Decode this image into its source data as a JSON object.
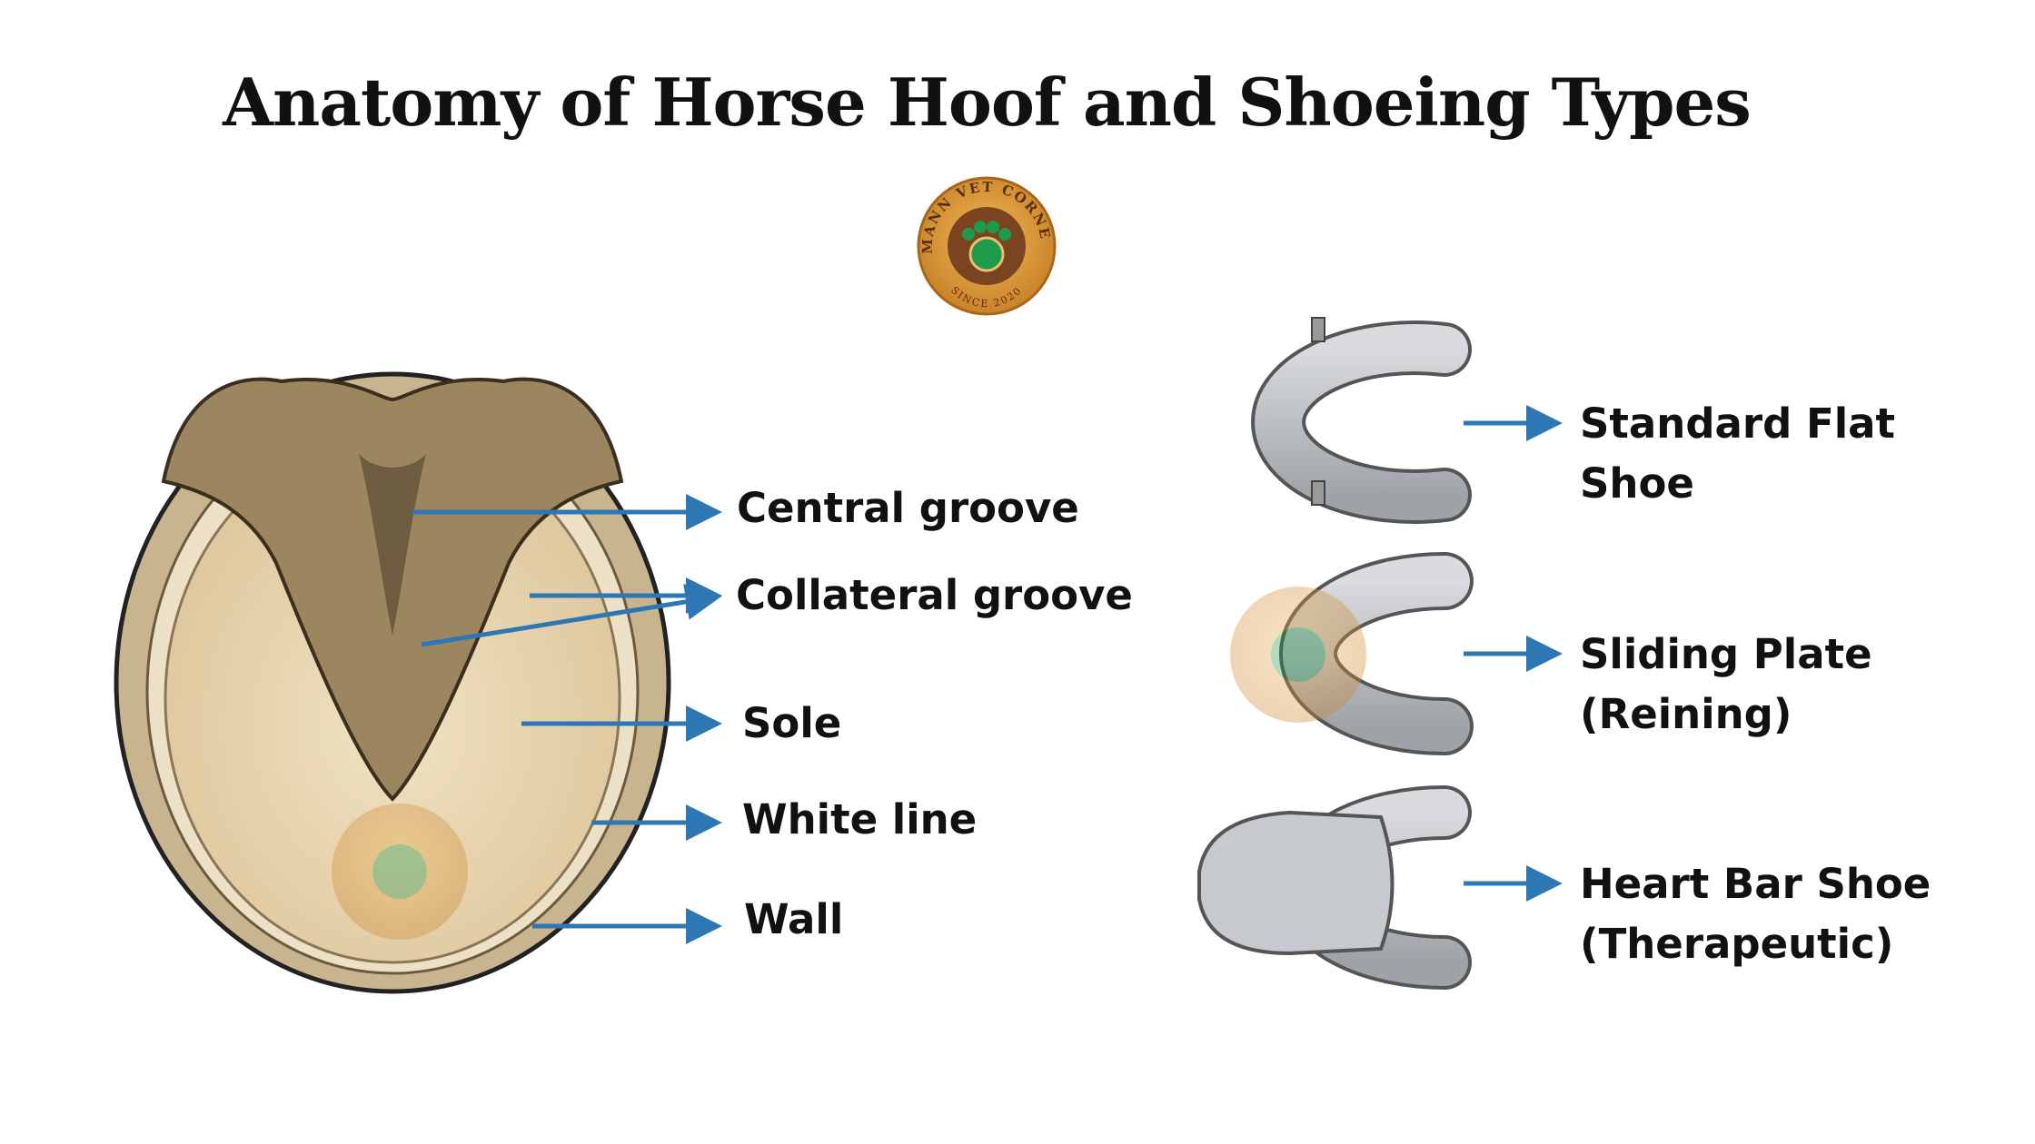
{
  "title": "Anatomy of Horse Hoof and Shoeing Types",
  "logo": {
    "top_text": "MANN VET CORNER",
    "bottom_text": "SINCE 2020"
  },
  "hoof_labels": [
    "Central groove",
    "Collateral groove",
    "Sole",
    "White line",
    "Wall"
  ],
  "shoes": [
    {
      "line1": "Standard Flat",
      "line2": "Shoe"
    },
    {
      "line1": "Sliding Plate",
      "line2": "(Reining)"
    },
    {
      "line1": "Heart Bar Shoe",
      "line2": "(Therapeutic)"
    }
  ],
  "colors": {
    "arrow": "#2e77b5",
    "text": "#111111"
  }
}
